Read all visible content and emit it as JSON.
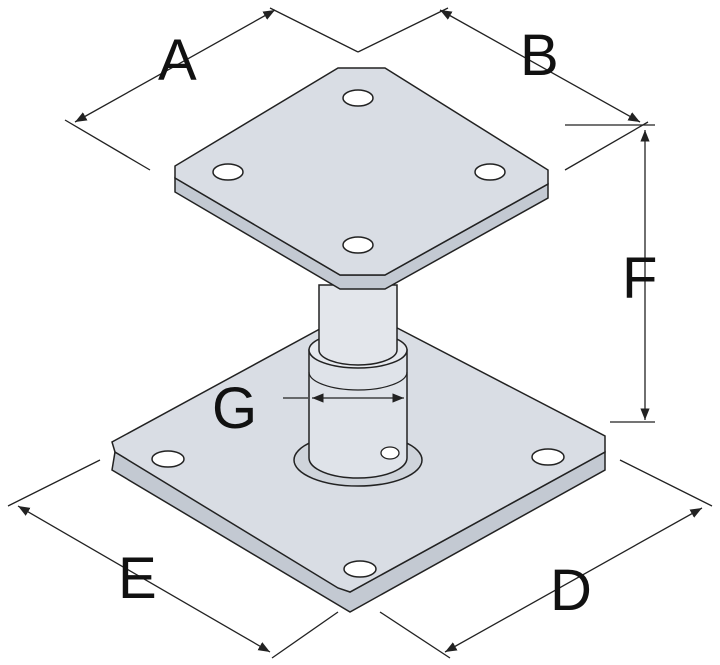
{
  "labels": {
    "a": "A",
    "b": "B",
    "d": "D",
    "e": "E",
    "f": "F",
    "g": "G"
  },
  "colors": {
    "metal": "#d9dde4",
    "metal_side": "#c3c9d2",
    "line": "#222222",
    "background": "#ffffff"
  }
}
